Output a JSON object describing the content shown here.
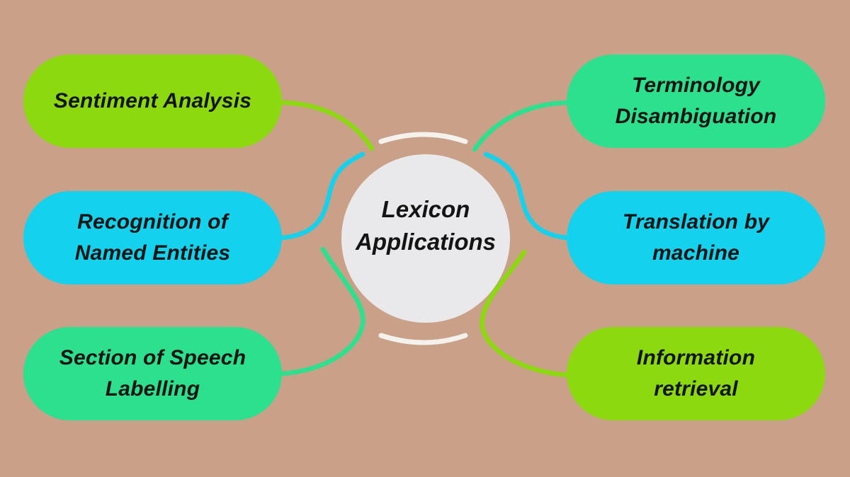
{
  "diagram_title": "Lexicon Applications",
  "colors": {
    "background": "#C9A088",
    "lime": "#8DD90F",
    "cyan": "#14D1ED",
    "spring_green": "#2DE08E",
    "center_circle": "#E9E9EB",
    "decorative_arc": "#F5F1ED",
    "text": "#141414"
  },
  "center": {
    "label": "Lexicon Applications",
    "line1": "Lexicon",
    "line2": "Applications"
  },
  "nodes": [
    {
      "id": "sentiment-analysis",
      "label": "Sentiment Analysis",
      "line1": "Sentiment Analysis",
      "line2": "",
      "color": "#8DD90F",
      "side": "left",
      "row": "top"
    },
    {
      "id": "recognition-named-entities",
      "label": "Recognition of Named Entities",
      "line1": "Recognition of",
      "line2": "Named Entities",
      "color": "#14D1ED",
      "side": "left",
      "row": "middle"
    },
    {
      "id": "section-of-speech-labelling",
      "label": "Section of Speech Labelling",
      "line1": "Section of Speech",
      "line2": "Labelling",
      "color": "#2DE08E",
      "side": "left",
      "row": "bottom"
    },
    {
      "id": "terminology-disambiguation",
      "label": "Terminology Disambiguation",
      "line1": "Terminology",
      "line2": "Disambiguation",
      "color": "#2DE08E",
      "side": "right",
      "row": "top"
    },
    {
      "id": "translation-by-machine",
      "label": "Translation by machine",
      "line1": "Translation by",
      "line2": "machine",
      "color": "#14D1ED",
      "side": "right",
      "row": "middle"
    },
    {
      "id": "information-retrieval",
      "label": "Information retrieval",
      "line1": "Information",
      "line2": "retrieval",
      "color": "#8DD90F",
      "side": "right",
      "row": "bottom"
    }
  ],
  "connectors": [
    {
      "from": "sentiment-analysis",
      "to": "center",
      "color": "#8DD90F"
    },
    {
      "from": "recognition-named-entities",
      "to": "center",
      "color": "#14D1ED"
    },
    {
      "from": "section-of-speech-labelling",
      "to": "center",
      "color": "#2DE08E"
    },
    {
      "from": "terminology-disambiguation",
      "to": "center",
      "color": "#2DE08E"
    },
    {
      "from": "translation-by-machine",
      "to": "center",
      "color": "#14D1ED"
    },
    {
      "from": "information-retrieval",
      "to": "center",
      "color": "#8DD90F"
    }
  ]
}
